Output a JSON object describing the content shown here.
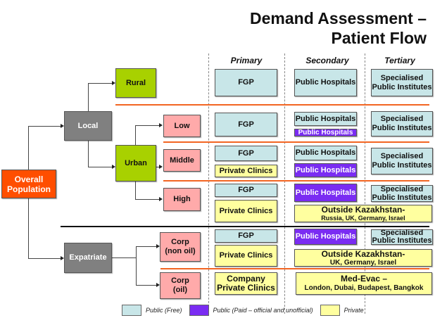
{
  "title": {
    "line1": "Demand Assessment –",
    "line2": "Patient Flow"
  },
  "columns": {
    "primary": "Primary",
    "secondary": "Secondary",
    "tertiary": "Tertiary"
  },
  "tree": {
    "root": "Overall Population",
    "local": "Local",
    "expatriate": "Expatriate",
    "rural": "Rural",
    "urban": "Urban",
    "low": "Low",
    "middle": "Middle",
    "high": "High",
    "corp_non_oil": {
      "line1": "Corp",
      "line2": "(non oil)"
    },
    "corp_oil": {
      "line1": "Corp",
      "line2": "(oil)"
    }
  },
  "rows": {
    "rural": {
      "primary": "FGP",
      "secondary": "Public Hospitals",
      "tertiary": {
        "line1": "Specialised",
        "line2": "Public Institutes"
      }
    },
    "low": {
      "primary": "FGP",
      "secondary_free": "Public Hospitals",
      "secondary_paid": "Public Hospitals",
      "tertiary": {
        "line1": "Specialised",
        "line2": "Public Institutes"
      }
    },
    "middle": {
      "primary_free": "FGP",
      "primary_private": "Private Clinics",
      "secondary_free": "Public Hospitals",
      "secondary_paid": "Public Hospitals",
      "tertiary": {
        "line1": "Specialised",
        "line2": "Public Institutes"
      }
    },
    "high": {
      "primary_free": "FGP",
      "primary_private": "Private Clinics",
      "secondary_paid": "Public Hospitals",
      "tertiary": {
        "line1": "Specialised",
        "line2": "Public Institutes"
      },
      "abroad": {
        "line1": "Outside Kazakhstan-",
        "line2": "Russia, UK, Germany, Israel"
      }
    },
    "corp_non_oil": {
      "primary_free": "FGP",
      "primary_private": "Private Clinics",
      "secondary_paid": "Public Hospitals",
      "tertiary": {
        "line1": "Specialised",
        "line2": "Public Institutes"
      },
      "abroad": {
        "line1": "Outside Kazakhstan-",
        "line2": "UK, Germany, Israel"
      }
    },
    "corp_oil": {
      "primary_private": {
        "line1": "Company",
        "line2": "Private Clinics"
      },
      "medevac": {
        "line1": "Med-Evac –",
        "line2": "London, Dubai, Budapest, Bangkok"
      }
    }
  },
  "legend": [
    {
      "label": "Public (Free)",
      "color": "#c8e6e8"
    },
    {
      "label": "Public (Paid – official and unofficial)",
      "color": "#7a2cf2"
    },
    {
      "label": "Private",
      "color": "#ffff9f"
    }
  ],
  "colors": {
    "root": "#ff4e00",
    "segment": "#808080",
    "area": "#a8d100",
    "income": "#ffaaaa",
    "divider": "#f26522"
  }
}
